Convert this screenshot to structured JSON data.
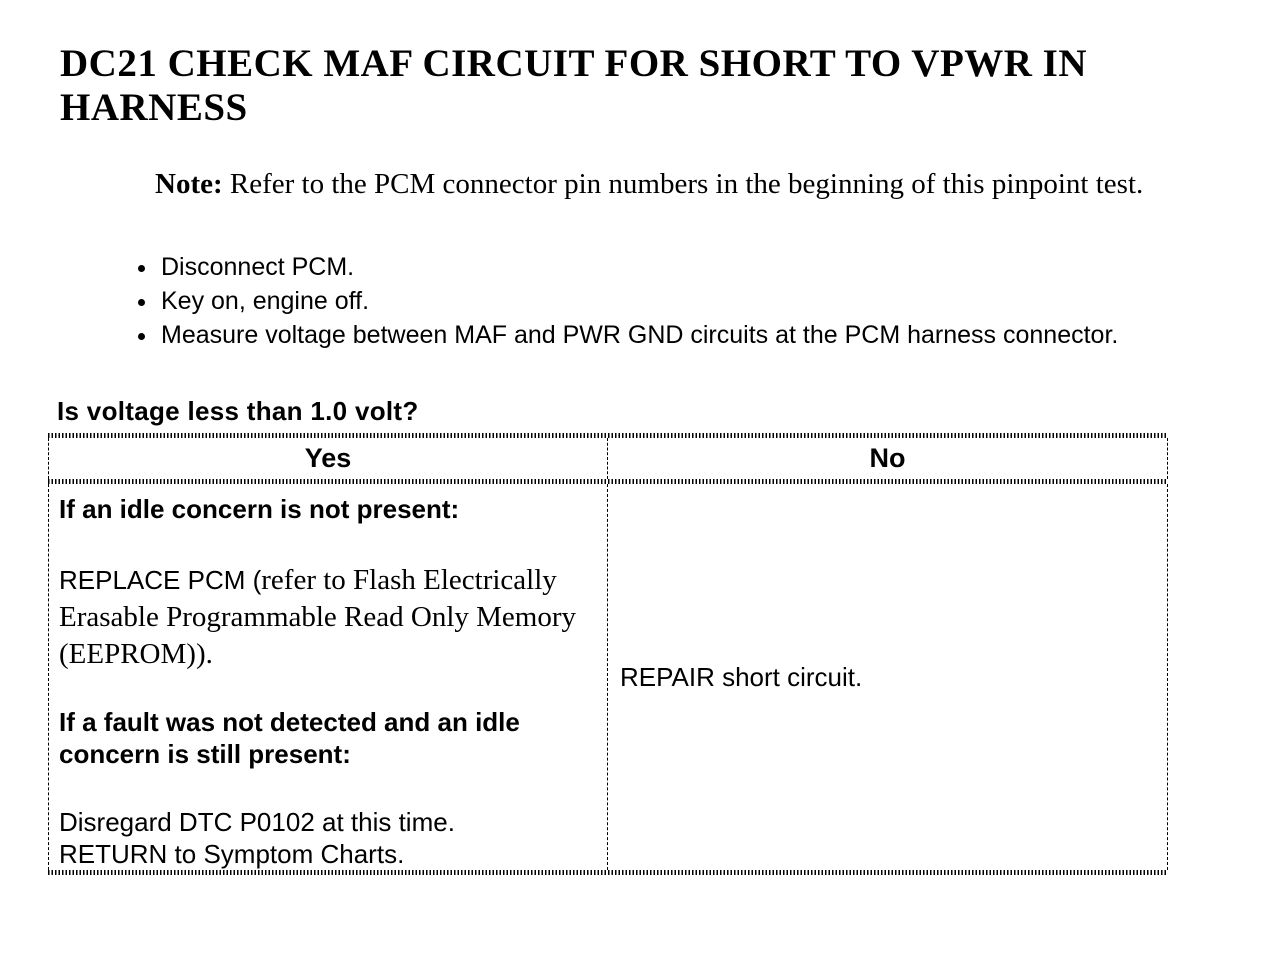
{
  "title_lines": [
    "DC21 CHECK MAF CIRCUIT FOR SHORT TO VPWR IN",
    "HARNESS"
  ],
  "note": {
    "label": "Note:",
    "text": " Refer to the PCM connector pin numbers in the beginning of this pinpoint test."
  },
  "bullets": [
    "Disconnect PCM.",
    "Key on, engine off.",
    "Measure voltage between MAF and PWR GND circuits at the PCM harness connector."
  ],
  "question": "Is voltage less than 1.0 volt?",
  "table": {
    "header_yes": "Yes",
    "header_no": "No",
    "yes_cell": {
      "condition1": "If an idle concern is not present:",
      "action1_sans": "REPLACE PCM (",
      "action1_serif": "refer to Flash Electrically Erasable Programmable Read Only Memory (EEPROM)).",
      "condition2": "If a fault was not detected and an idle concern is still present:",
      "action2_line1": "Disregard DTC P0102 at this time.",
      "action2_line2": "RETURN to Symptom Charts."
    },
    "no_cell": "REPAIR short circuit."
  }
}
